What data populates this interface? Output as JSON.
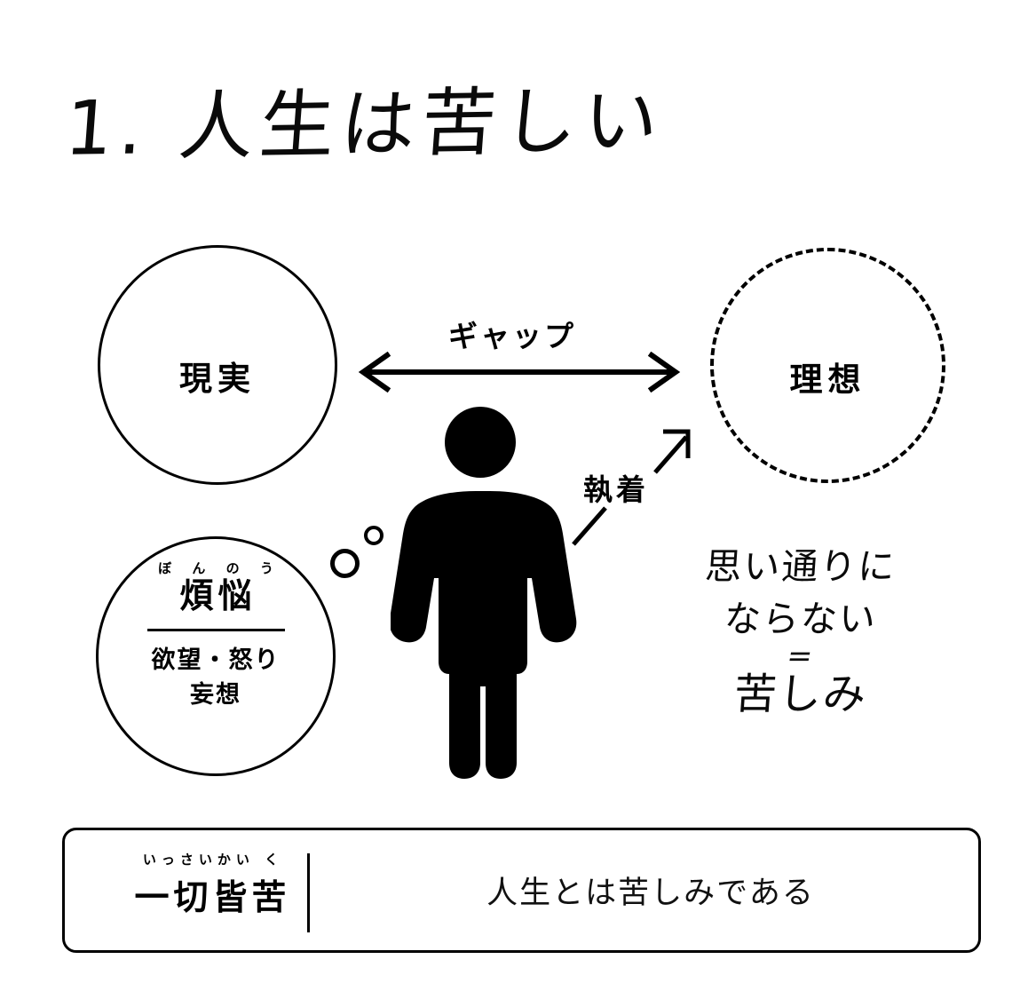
{
  "page": {
    "title": "1. 人生は苦しい",
    "background_color": "#ffffff",
    "ink_color": "#000000"
  },
  "diagram": {
    "reality_circle": {
      "label": "現実",
      "border_style": "solid"
    },
    "ideal_circle": {
      "label": "理想",
      "border_style": "dashed"
    },
    "gap": {
      "label": "ギャップ",
      "arrow": "double-headed-horizontal"
    },
    "attachment": {
      "label": "執着",
      "arrow": "diagonal-up-right"
    },
    "bonno_circle": {
      "ruby": "ぼ ん の う",
      "kanji": "煩悩",
      "sub_line1": "欲望・怒り",
      "sub_line2": "妄想"
    },
    "person": {
      "icon": "person-pictogram"
    },
    "thought_bubbles": [
      "bubble-large",
      "bubble-small"
    ],
    "handwritten": {
      "line1": "思い通りに",
      "line2": "ならない",
      "equals": "=",
      "line3": "苦しみ"
    }
  },
  "summary": {
    "ruby": "いっさいかい く",
    "term": "一切皆苦",
    "description": "人生とは苦しみである"
  }
}
